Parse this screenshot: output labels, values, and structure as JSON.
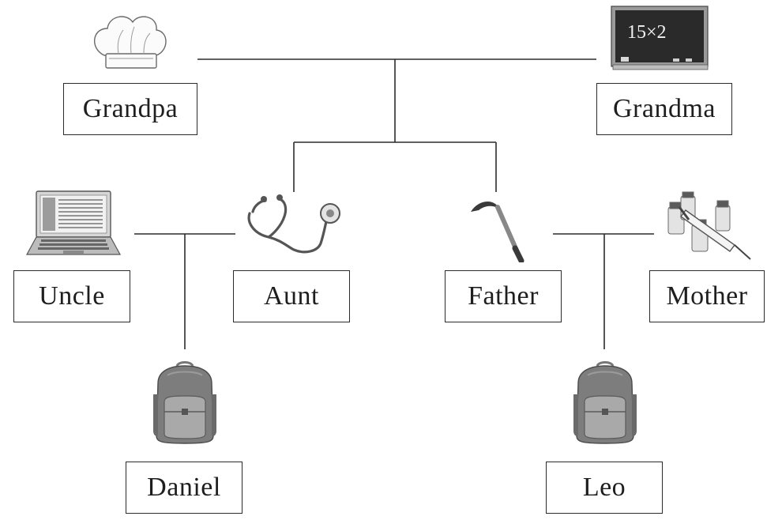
{
  "people": {
    "grandpa": {
      "name": "Grandpa",
      "icon": "chef-hat-icon"
    },
    "grandma": {
      "name": "Grandma",
      "icon": "blackboard-icon",
      "board_text": "15×2"
    },
    "uncle": {
      "name": "Uncle",
      "icon": "laptop-icon"
    },
    "aunt": {
      "name": "Aunt",
      "icon": "stethoscope-icon"
    },
    "father": {
      "name": "Father",
      "icon": "sickle-icon"
    },
    "mother": {
      "name": "Mother",
      "icon": "medicine-syringe-icon"
    },
    "daniel": {
      "name": "Daniel",
      "icon": "school-backpack-icon"
    },
    "leo": {
      "name": "Leo",
      "icon": "school-backpack-icon"
    }
  },
  "colors": {
    "line": "#2b2b2b",
    "board": "#2a2a2a",
    "text": "#1e1e1e"
  }
}
